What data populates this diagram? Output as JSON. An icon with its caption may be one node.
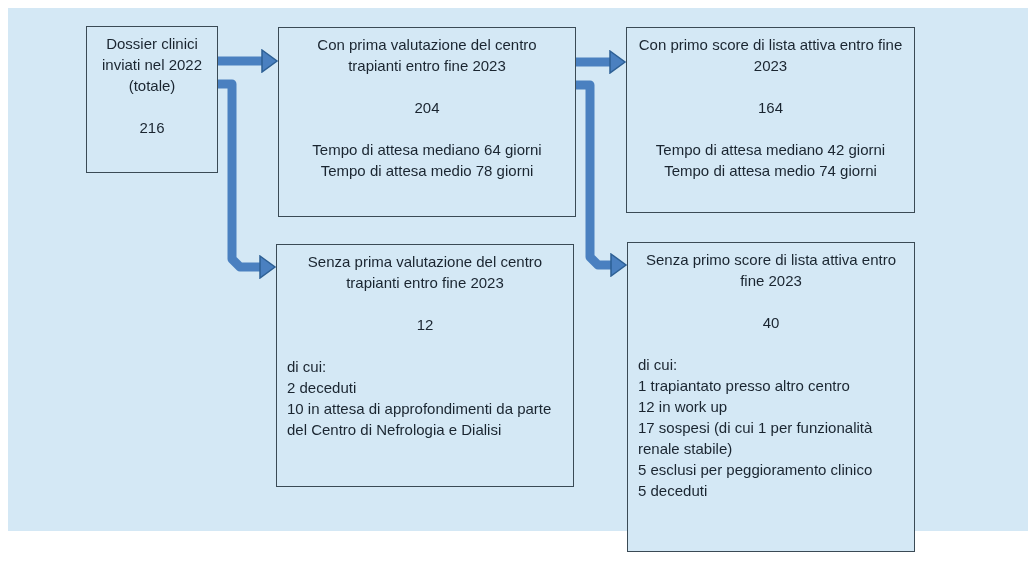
{
  "diagram": {
    "nodes": [
      {
        "text": [
          "Dossier clinici inviati nel 2022 (totale)",
          "216"
        ]
      },
      {
        "text": [
          "Con prima valutazione del centro trapianti entro fine 2023",
          "204",
          "Tempo di attesa mediano 64 giorni",
          "Tempo di attesa medio 78 giorni"
        ]
      },
      {
        "text": [
          "Con primo score di lista attiva entro fine 2023",
          "164",
          "Tempo di attesa mediano 42 giorni",
          "Tempo di attesa medio 74 giorni"
        ]
      },
      {
        "text": [
          "Senza prima valutazione del centro trapianti entro fine 2023",
          "12",
          "di cui:",
          "2 deceduti",
          "10 in attesa di approfondimenti da parte del Centro di Nefrologia e Dialisi"
        ]
      },
      {
        "text": [
          "Senza primo score di lista attiva entro fine 2023",
          "40",
          "di cui:",
          "1 trapiantato presso altro centro",
          "12 in work up",
          "17 sospesi (di cui 1 per funzionalità renale stabile)",
          "5 esclusi per peggioramento clinico",
          "5 deceduti"
        ]
      }
    ],
    "edges": [
      {
        "from": 0,
        "to": 1,
        "arrow": "to"
      },
      {
        "from": 0,
        "to": 3,
        "arrow": "to"
      },
      {
        "from": 1,
        "to": 2,
        "arrow": "to"
      },
      {
        "from": 1,
        "to": 4,
        "arrow": "to"
      }
    ]
  }
}
